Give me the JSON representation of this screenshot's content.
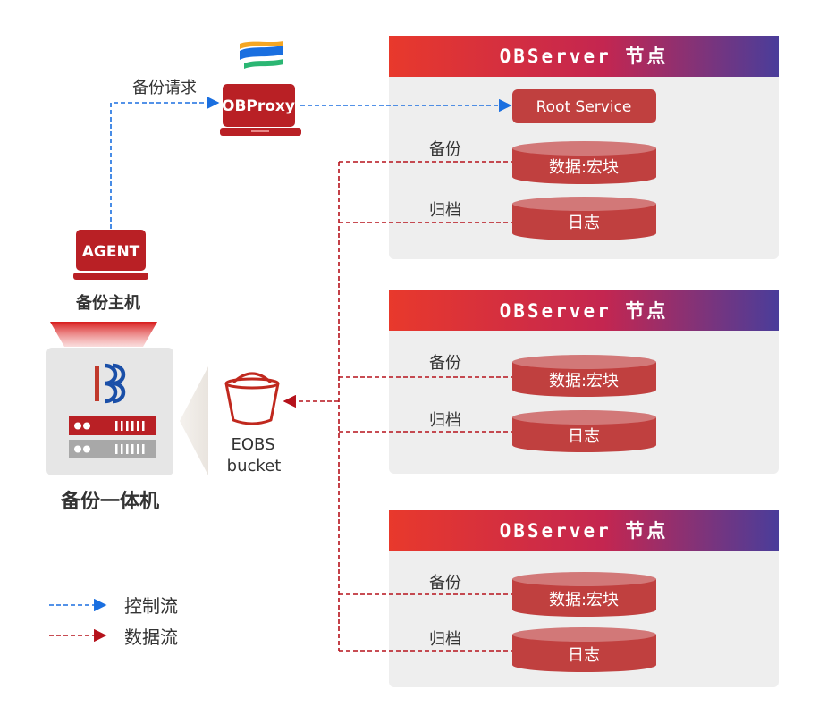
{
  "colors": {
    "control_flow": "#1a6fe0",
    "data_flow": "#b5121b",
    "node_bg": "#eeeeee",
    "cylinder": "#c0403f",
    "cylinder_top": "#d27878",
    "header_start": "#e8392c",
    "header_mid": "#c42650",
    "header_end": "#4a3d9a"
  },
  "icons": [
    "obproxy-logo-icon",
    "laptop-icon",
    "database-server-icon",
    "bucket-icon"
  ],
  "proxy": {
    "request_label": "备份请求",
    "name": "OBProxy"
  },
  "agent": {
    "name": "AGENT",
    "host_label": "备份主机"
  },
  "appliance": {
    "label": "备份一体机"
  },
  "bucket": {
    "line1": "EOBS",
    "line2": "bucket"
  },
  "nodes": [
    {
      "header": "OBServer 节点",
      "root_service": "Root Service",
      "backup_label": "备份",
      "data_store": "数据:宏块",
      "archive_label": "归档",
      "log_store": "日志"
    },
    {
      "header": "OBServer 节点",
      "backup_label": "备份",
      "data_store": "数据:宏块",
      "archive_label": "归档",
      "log_store": "日志"
    },
    {
      "header": "OBServer 节点",
      "backup_label": "备份",
      "data_store": "数据:宏块",
      "archive_label": "归档",
      "log_store": "日志"
    }
  ],
  "legend": {
    "control": "控制流",
    "data": "数据流"
  }
}
